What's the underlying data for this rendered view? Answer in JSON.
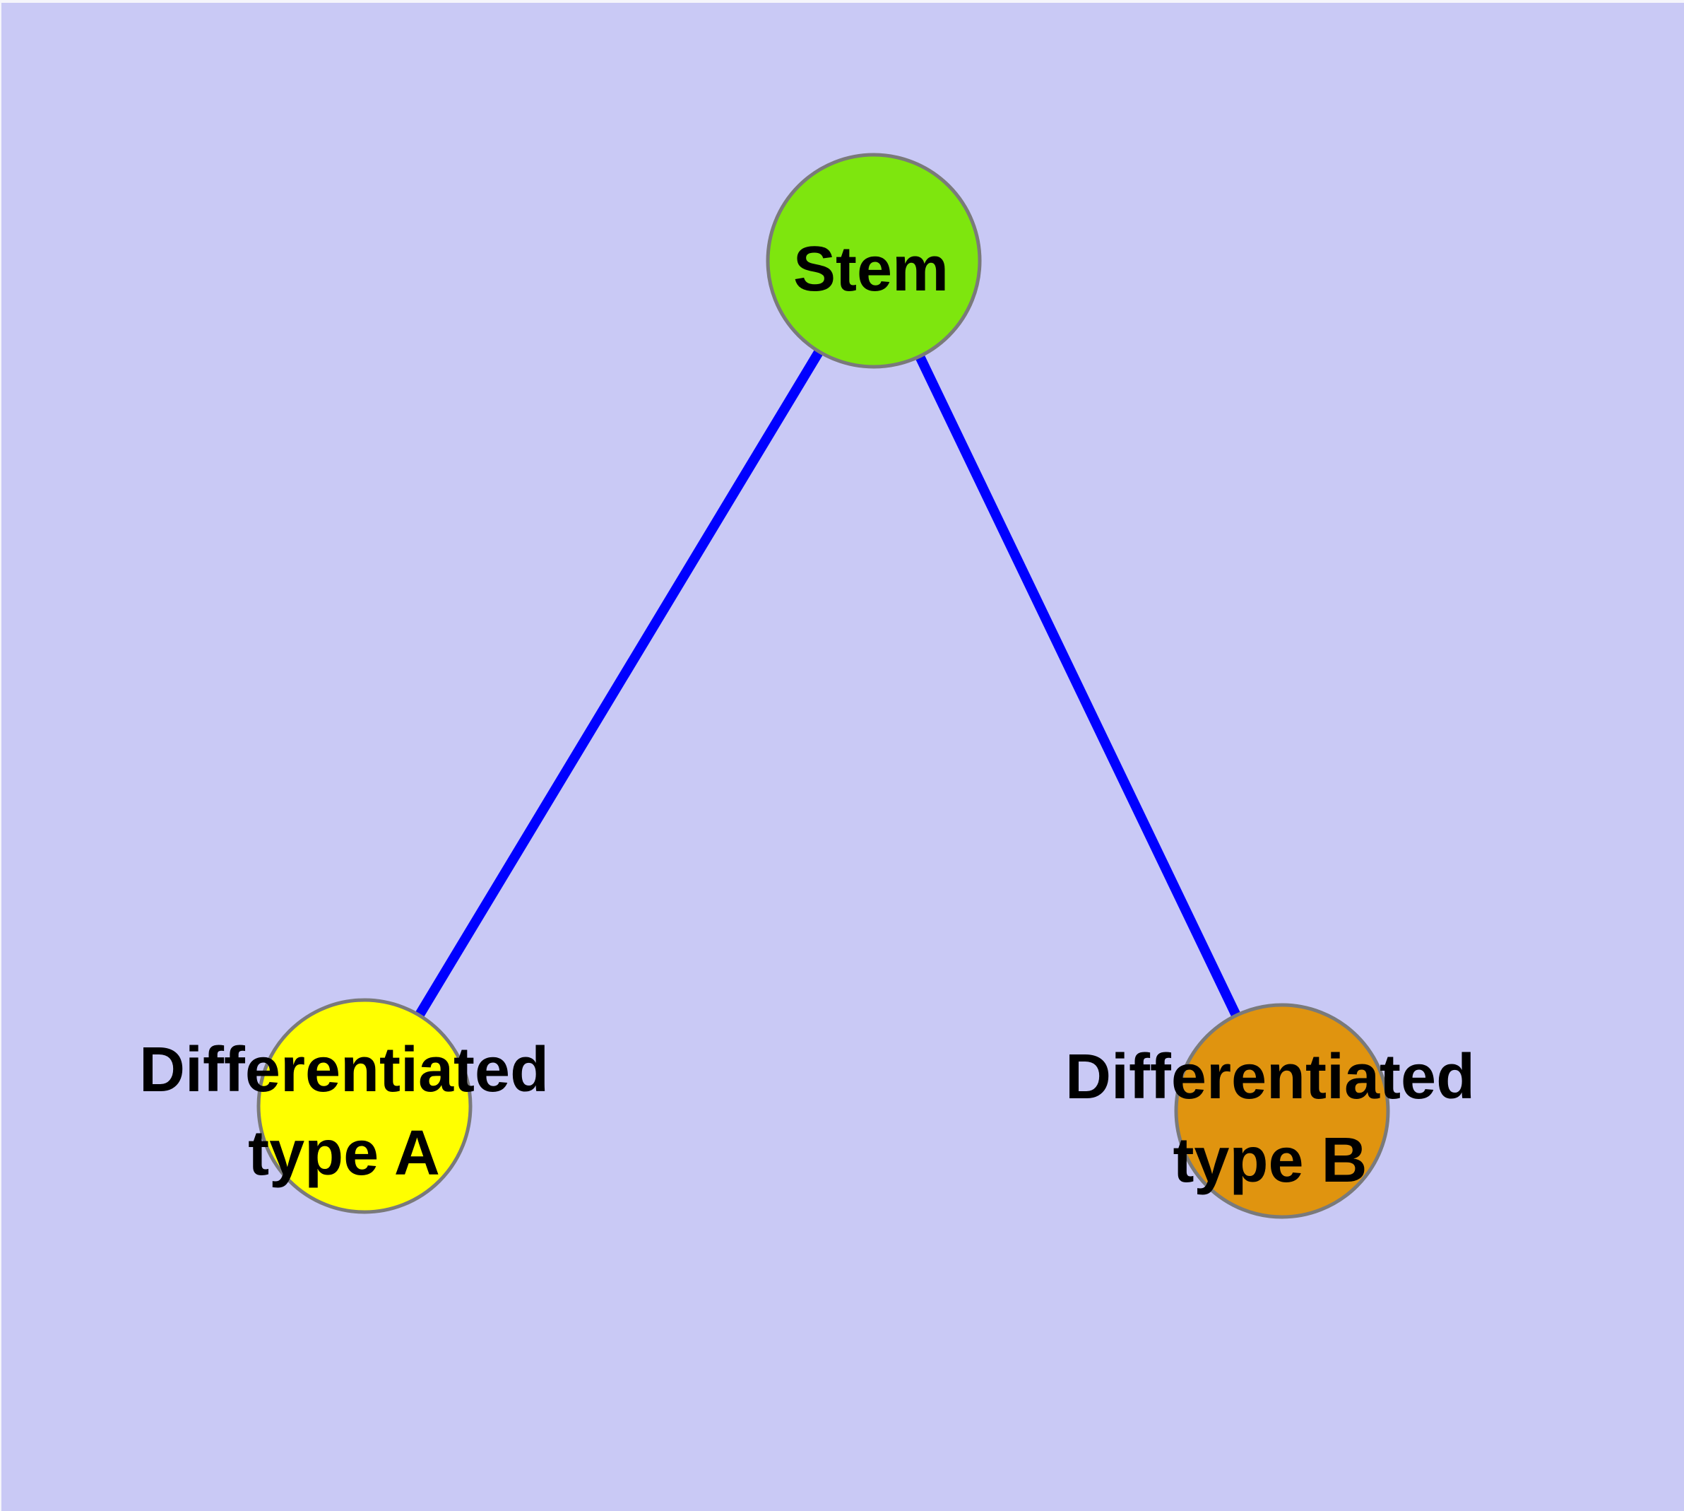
{
  "diagram": {
    "background_color": "#C9C9F5",
    "text_color": "#000000",
    "node_border_color": "#7A7A7A",
    "nodes": {
      "stem": {
        "label": "Stem",
        "color": "#7EE60E"
      },
      "type_a": {
        "label_line1": "Differentiated",
        "label_line2": "type A",
        "color": "#FFFF00"
      },
      "type_b": {
        "label_line1": "Differentiated",
        "label_line2": "type B",
        "color": "#E0940F"
      }
    },
    "edges": {
      "color": "#0000FF",
      "items": [
        {
          "from": "Stem",
          "to": "Differentiated type A"
        },
        {
          "from": "Stem",
          "to": "Differentiated type B"
        }
      ]
    }
  }
}
